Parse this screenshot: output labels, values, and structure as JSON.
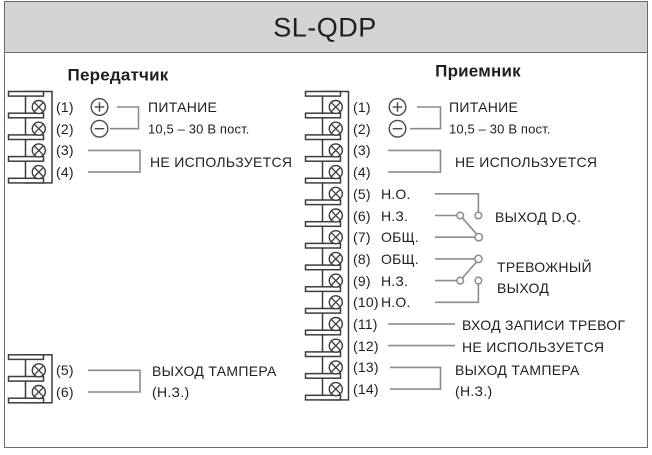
{
  "title": "SL-QDP",
  "colors": {
    "header_bg": "#d3d3d3",
    "diagram_line": "#3c3c3c",
    "wire": "#8c8c8c",
    "text": "#1f1f1f",
    "border": "#6a6a6a"
  },
  "transmitter": {
    "heading": "Передатчик",
    "terminal_numbers": [
      "(1)",
      "(2)",
      "(3)",
      "(4)"
    ],
    "tamper_terminal_numbers": [
      "(5)",
      "(6)"
    ],
    "power": {
      "plus_icon": "⊕",
      "minus_icon": "⊖",
      "label": "ПИТАНИЕ",
      "sublabel": "10,5 – 30 В пост."
    },
    "not_used_label": "НЕ ИСПОЛЬЗУЕТСЯ",
    "tamper_label": "ВЫХОД ТАМПЕРА",
    "tamper_sublabel": "(Н.З.)"
  },
  "receiver": {
    "heading": "Приемник",
    "terminal_numbers": [
      "(1)",
      "(2)",
      "(3)",
      "(4)",
      "(5)",
      "(6)",
      "(7)",
      "(8)",
      "(9)",
      "(10)",
      "(11)",
      "(12)",
      "(13)",
      "(14)"
    ],
    "contact_labels": [
      {
        "terminal": "(5)",
        "label": "Н.О."
      },
      {
        "terminal": "(6)",
        "label": "Н.З."
      },
      {
        "terminal": "(7)",
        "label": "ОБЩ."
      },
      {
        "terminal": "(8)",
        "label": "ОБЩ."
      },
      {
        "terminal": "(9)",
        "label": "Н.З."
      },
      {
        "terminal": "(10)",
        "label": "Н.О."
      }
    ],
    "power": {
      "plus_icon": "⊕",
      "minus_icon": "⊖",
      "label": "ПИТАНИЕ",
      "sublabel": "10,5 – 30 В пост."
    },
    "not_used_label": "НЕ ИСПОЛЬЗУЕТСЯ",
    "dq_output_label": "ВЫХОД D.Q.",
    "alarm_output_label_line1": "ТРЕВОЖНЫЙ",
    "alarm_output_label_line2": "ВЫХОД",
    "alarm_input_label": "ВХОД ЗАПИСИ ТРЕВОГ",
    "not_used2_label": "НЕ ИСПОЛЬЗУЕТСЯ",
    "tamper_label": "ВЫХОД ТАМПЕРА",
    "tamper_sublabel": "(Н.З.)"
  }
}
